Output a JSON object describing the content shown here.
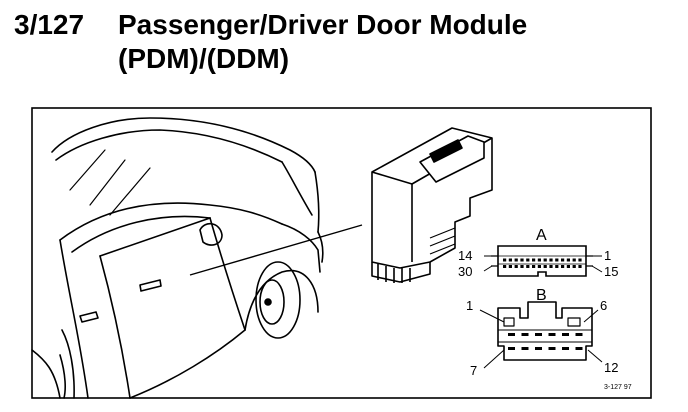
{
  "header": {
    "number": "3/127",
    "title_line1": "Passenger/Driver Door Module",
    "title_line2": "(PDM)/(DDM)"
  },
  "diagram": {
    "connector_a": {
      "label": "A",
      "pin_top_left": "14",
      "pin_top_right": "1",
      "pin_bottom_left": "30",
      "pin_bottom_right": "15"
    },
    "connector_b": {
      "label": "B",
      "pin_top_left": "1",
      "pin_top_right": "6",
      "pin_bottom_left": "7",
      "pin_bottom_right": "12"
    },
    "figure_code": "3-127  97"
  }
}
